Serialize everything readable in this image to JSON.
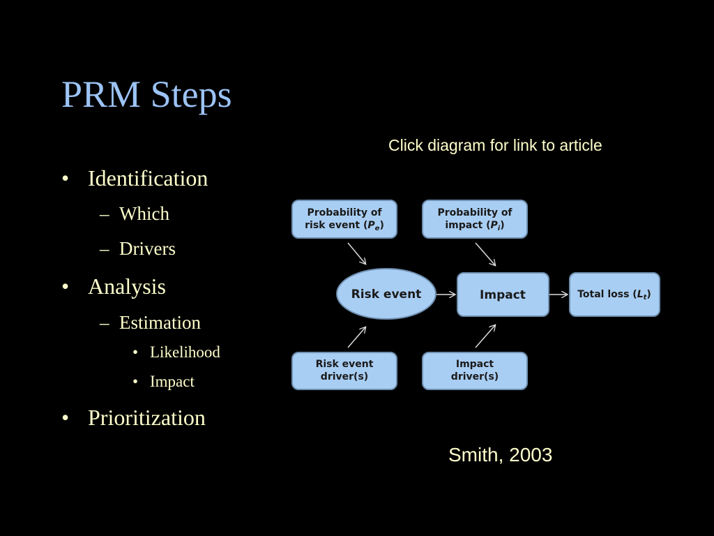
{
  "slide": {
    "title": "PRM Steps",
    "link_note": "Click diagram for link to article",
    "citation": "Smith, 2003"
  },
  "bullets": {
    "identification": "Identification",
    "which": "Which",
    "drivers": "Drivers",
    "analysis": "Analysis",
    "estimation": "Estimation",
    "likelihood": "Likelihood",
    "impact": "Impact",
    "prioritization": "Prioritization",
    "marker_l1": "•",
    "marker_l2": "–",
    "marker_l3": "•"
  },
  "diagram": {
    "prob_risk_line1": "Probability of",
    "prob_risk_line2": "risk event (",
    "prob_risk_sym": "P",
    "prob_risk_sub": "e",
    "prob_risk_close": ")",
    "prob_impact_line1": "Probability of",
    "prob_impact_line2": "impact (",
    "prob_impact_sym": "P",
    "prob_impact_sub": "i",
    "prob_impact_close": ")",
    "risk_event": "Risk event",
    "impact": "Impact",
    "total_loss": "Total loss (",
    "total_loss_sym": "L",
    "total_loss_sub": "t",
    "total_loss_close": ")",
    "risk_driver_line1": "Risk event",
    "risk_driver_line2": "driver(s)",
    "impact_driver_line1": "Impact",
    "impact_driver_line2": "driver(s)"
  },
  "colors": {
    "background": "#000000",
    "title": "#9cc3f5",
    "body_text": "#ffffcc",
    "node_fill": "#a9cef3",
    "node_stroke": "#6f8fb0"
  }
}
